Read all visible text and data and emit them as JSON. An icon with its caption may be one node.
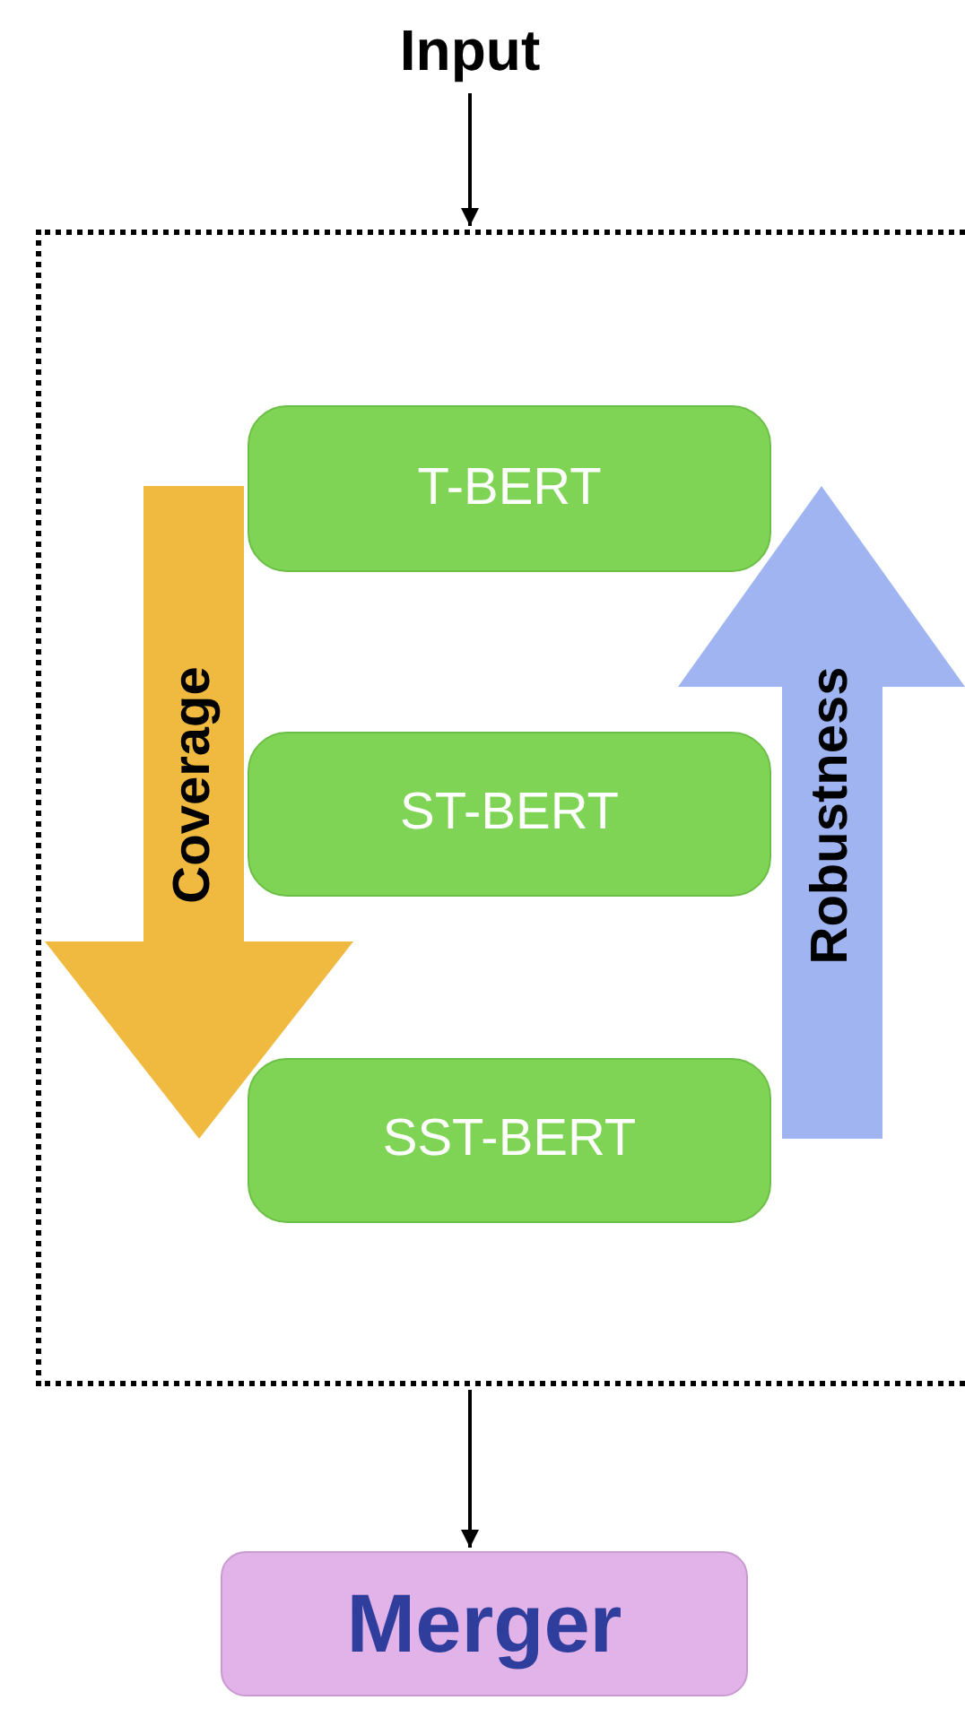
{
  "diagram": {
    "nodes": [
      {
        "text": [
          "Input"
        ]
      },
      {
        "text": [],
        "shape": "box"
      },
      {
        "text": [
          "T-BERT"
        ],
        "in": 1
      },
      {
        "text": [
          "ST-BERT"
        ],
        "in": 1
      },
      {
        "text": [
          "SST-BERT"
        ],
        "in": 1
      },
      {
        "text": [
          "Coverage"
        ],
        "in": 1
      },
      {
        "text": [
          "Robustness"
        ],
        "in": 1
      },
      {
        "text": [
          "Merger"
        ]
      }
    ],
    "edges": [
      {
        "from": 0,
        "to": 1,
        "arrow": "to"
      },
      {
        "from": 1,
        "to": 7,
        "arrow": "to"
      }
    ]
  }
}
